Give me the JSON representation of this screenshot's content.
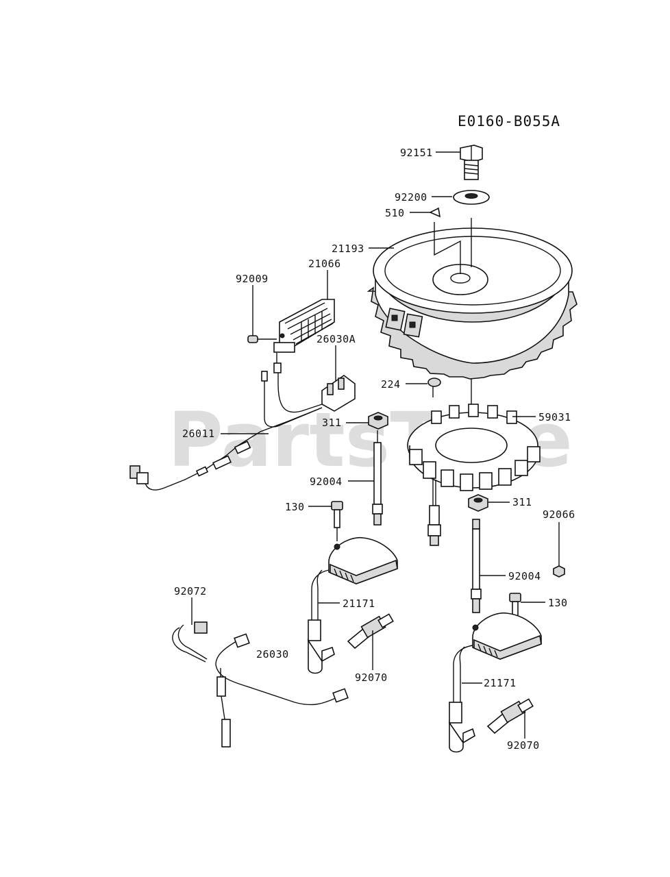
{
  "diagram_code": "E0160-B055A",
  "watermark": "PartsTree",
  "parts": [
    {
      "id": "p92151",
      "number": "92151",
      "part": "bolt"
    },
    {
      "id": "p92200",
      "number": "92200",
      "part": "washer"
    },
    {
      "id": "p510",
      "number": "510",
      "part": "key"
    },
    {
      "id": "p21193",
      "number": "21193",
      "part": "flywheel"
    },
    {
      "id": "p21066",
      "number": "21066",
      "part": "regulator"
    },
    {
      "id": "p92009",
      "number": "92009",
      "part": "screw"
    },
    {
      "id": "p26030A",
      "number": "26030A",
      "part": "connector"
    },
    {
      "id": "p224",
      "number": "224",
      "part": "screw"
    },
    {
      "id": "p59031",
      "number": "59031",
      "part": "stator"
    },
    {
      "id": "p311a",
      "number": "311",
      "part": "nut"
    },
    {
      "id": "p26011",
      "number": "26011",
      "part": "wire harness"
    },
    {
      "id": "p92004a",
      "number": "92004",
      "part": "stud"
    },
    {
      "id": "p311b",
      "number": "311",
      "part": "nut"
    },
    {
      "id": "p130a",
      "number": "130",
      "part": "bolt"
    },
    {
      "id": "p92066",
      "number": "92066",
      "part": "nut"
    },
    {
      "id": "p92004b",
      "number": "92004",
      "part": "stud"
    },
    {
      "id": "p130b",
      "number": "130",
      "part": "bolt"
    },
    {
      "id": "p92072",
      "number": "92072",
      "part": "clamp"
    },
    {
      "id": "p21171a",
      "number": "21171",
      "part": "ignition coil"
    },
    {
      "id": "p26030",
      "number": "26030",
      "part": "wire lead"
    },
    {
      "id": "p92070a",
      "number": "92070",
      "part": "spark plug"
    },
    {
      "id": "p21171b",
      "number": "21171",
      "part": "ignition coil"
    },
    {
      "id": "p92070b",
      "number": "92070",
      "part": "spark plug"
    }
  ]
}
